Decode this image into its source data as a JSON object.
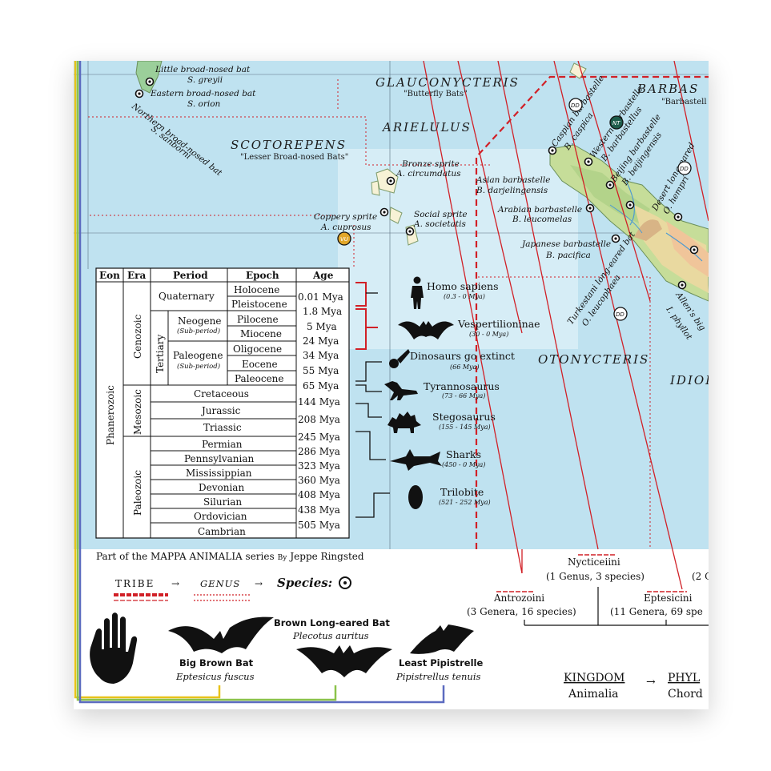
{
  "genera": [
    {
      "name": "GLAUCONYCTERIS",
      "sub": "\"Butterfly Bats\""
    },
    {
      "name": "SCOTOREPENS",
      "sub": "\"Lesser Broad-nosed Bats\""
    },
    {
      "name": "ARIELULUS",
      "sub": ""
    },
    {
      "name": "BARBAS",
      "sub": "\"Barbastell"
    },
    {
      "name": "OTONYCTERIS",
      "sub": ""
    },
    {
      "name": "IDIOI",
      "sub": ""
    }
  ],
  "species": [
    {
      "common": "Little broad-nosed bat",
      "latin": "S. greyii"
    },
    {
      "common": "Eastern broad-nosed bat",
      "latin": "S. orion"
    },
    {
      "common": "Northern broad-nosed bat",
      "latin": "S. sanborni"
    },
    {
      "common": "Bronze sprite",
      "latin": "A. circumdatus"
    },
    {
      "common": "Coppery sprite",
      "latin": "A. cuprosus"
    },
    {
      "common": "Social sprite",
      "latin": "A. societatis"
    },
    {
      "common": "Asian barbastelle",
      "latin": "B. darjelingensis"
    },
    {
      "common": "Arabian barbastelle",
      "latin": "B. leucomelas"
    },
    {
      "common": "Japanese barbastelle",
      "latin": "B. pacifica"
    },
    {
      "common": "Caspian barbastelle",
      "latin": "B. caspica"
    },
    {
      "common": "Western barbastelle",
      "latin": "B. barbastellus"
    },
    {
      "common": "Beijing barbastelle",
      "latin": "B. beijingensis"
    },
    {
      "common": "Desert long-eared",
      "latin": "O. hempri"
    },
    {
      "common": "Turkestani long-eared bat",
      "latin": "O. leucophaea"
    },
    {
      "common": "Allen's big",
      "latin": "I. phyllot"
    }
  ],
  "badges": {
    "dd": "DD",
    "nt": "NT",
    "vu": "VU"
  },
  "timeline": {
    "headers": [
      "Eon",
      "Era",
      "Period",
      "Epoch",
      "Age"
    ],
    "eon": "Phanerozoic",
    "eras": [
      "Cenozoic",
      "Mesozoic",
      "Paleozoic"
    ],
    "tertiary": "Tertiary",
    "quaternary": "Quaternary",
    "neogene": "Neogene",
    "paleogene": "Paleogene",
    "subperiod": "(Sub-period)",
    "epochs": [
      "Holocene",
      "Pleistocene",
      "Pilocene",
      "Miocene",
      "Oligocene",
      "Eocene",
      "Paleocene"
    ],
    "periods": [
      "Cretaceous",
      "Jurassic",
      "Triassic",
      "Permian",
      "Pennsylvanian",
      "Mississippian",
      "Devonian",
      "Silurian",
      "Ordovician",
      "Cambrian"
    ],
    "ages": [
      "0.01 Mya",
      "1.8 Mya",
      "5 Mya",
      "24 Mya",
      "34 Mya",
      "55 Mya",
      "65 Mya",
      "144 Mya",
      "208 Mya",
      "245 Mya",
      "286 Mya",
      "323 Mya",
      "360 Mya",
      "408 Mya",
      "438 Mya",
      "505 Mya"
    ]
  },
  "events": [
    {
      "name": "Homo sapiens",
      "range": "(0.3 - 0 Mya)"
    },
    {
      "name": "Vespertilioninae",
      "range": "(30 - 0 Mya)"
    },
    {
      "name": "Dinosaurs go extinct",
      "range": "(66 Mya)"
    },
    {
      "name": "Tyrannosaurus",
      "range": "(73 - 66 Mya)"
    },
    {
      "name": "Stegosaurus",
      "range": "(155 - 145 Mya)"
    },
    {
      "name": "Sharks",
      "range": "(450 - 0 Mya)"
    },
    {
      "name": "Trilobite",
      "range": "(521 - 252 Mya)"
    }
  ],
  "footer": {
    "series_pre": "Part of the MAPPA ANIMALIA series",
    "series_by": "By",
    "series_author": "Jeppe Ringsted",
    "legend_tribe": "TRIBE",
    "legend_genus": "GENUS",
    "legend_species": "Species:",
    "bats": [
      {
        "common": "Brown Long-eared Bat",
        "latin": "Plecotus auritus"
      },
      {
        "common": "Big Brown Bat",
        "latin": "Eptesicus fuscus"
      },
      {
        "common": "Least Pipistrelle",
        "latin": "Pipistrellus tenuis"
      }
    ],
    "tree": [
      {
        "name": "Nycticeiini",
        "count": "(1 Genus, 3 species)"
      },
      {
        "name": "Antrozoini",
        "count": "(3 Genera, 16 species)"
      },
      {
        "name": "Eptesicini",
        "count": "(11 Genera, 69 spe"
      },
      {
        "name": "",
        "count": "(2 G"
      }
    ],
    "kingdom_label": "KINGDOM",
    "kingdom_value": "Animalia",
    "phylum_label": "PHYL",
    "phylum_value": "Chord"
  }
}
